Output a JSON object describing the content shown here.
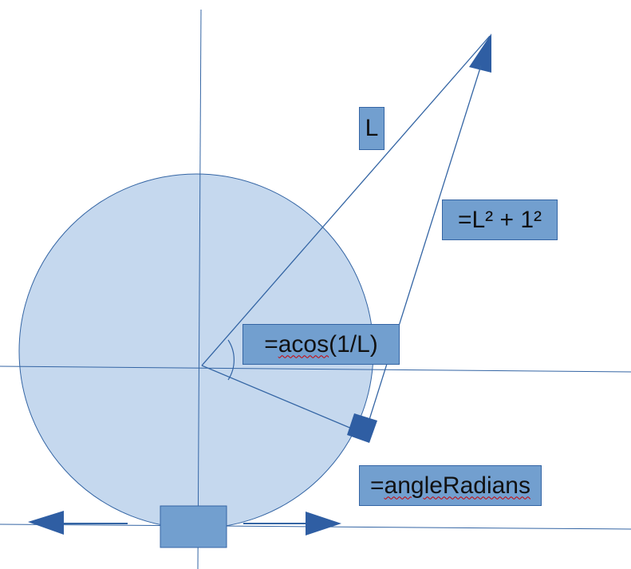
{
  "labels": {
    "length": "L",
    "hypotenuse": "=L² + 1²",
    "angle_prefix": "=",
    "angle_func": "acos",
    "angle_args": "(1/L)",
    "angle_radians_prefix": "=",
    "angle_radians_name": "angleRadians"
  },
  "colors": {
    "line": "#3465a4",
    "circle_fill": "#c5d8ee",
    "box_fill": "#729fcf",
    "box_border": "#3465a4",
    "marker": "#2f5ea3",
    "spellcheck": "#cc0000",
    "text": "#111111"
  }
}
